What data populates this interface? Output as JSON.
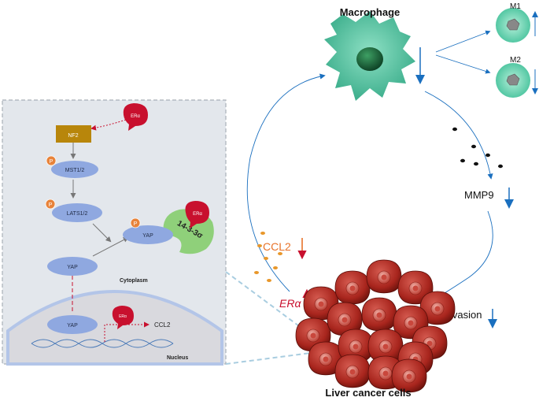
{
  "labels": {
    "macrophage": "Macrophage",
    "m1": "M1",
    "m2": "M2",
    "mmp9": "MMP9",
    "invasion": "Invasion",
    "liver_cancer_cells": "Liver cancer cells",
    "ccl2_secreted": "CCL2",
    "er_alpha": "ERα",
    "cytoplasm": "Cytoplasm",
    "nucleus": "Nucleus"
  },
  "pathway": {
    "er_top": "ERα",
    "nf2": "NF2",
    "p": "P",
    "mst": "MST1/2",
    "lats": "LATS1/2",
    "yap_bound": "YAP",
    "protein_1433": "14-3-3σ",
    "er_bound": "ERα",
    "yap_free": "YAP",
    "yap_nuclear": "YAP",
    "er_nuclear": "ERα",
    "ccl2_gene": "CCL2"
  },
  "colors": {
    "red": "#c8102e",
    "blue_arrow": "#1a6fbf",
    "orange": "#e8732a",
    "macrophage": "#3fbf98",
    "cancer": "#a8251d",
    "nf2": "#b8860b",
    "pathway_blue": "#8fa8e0"
  }
}
